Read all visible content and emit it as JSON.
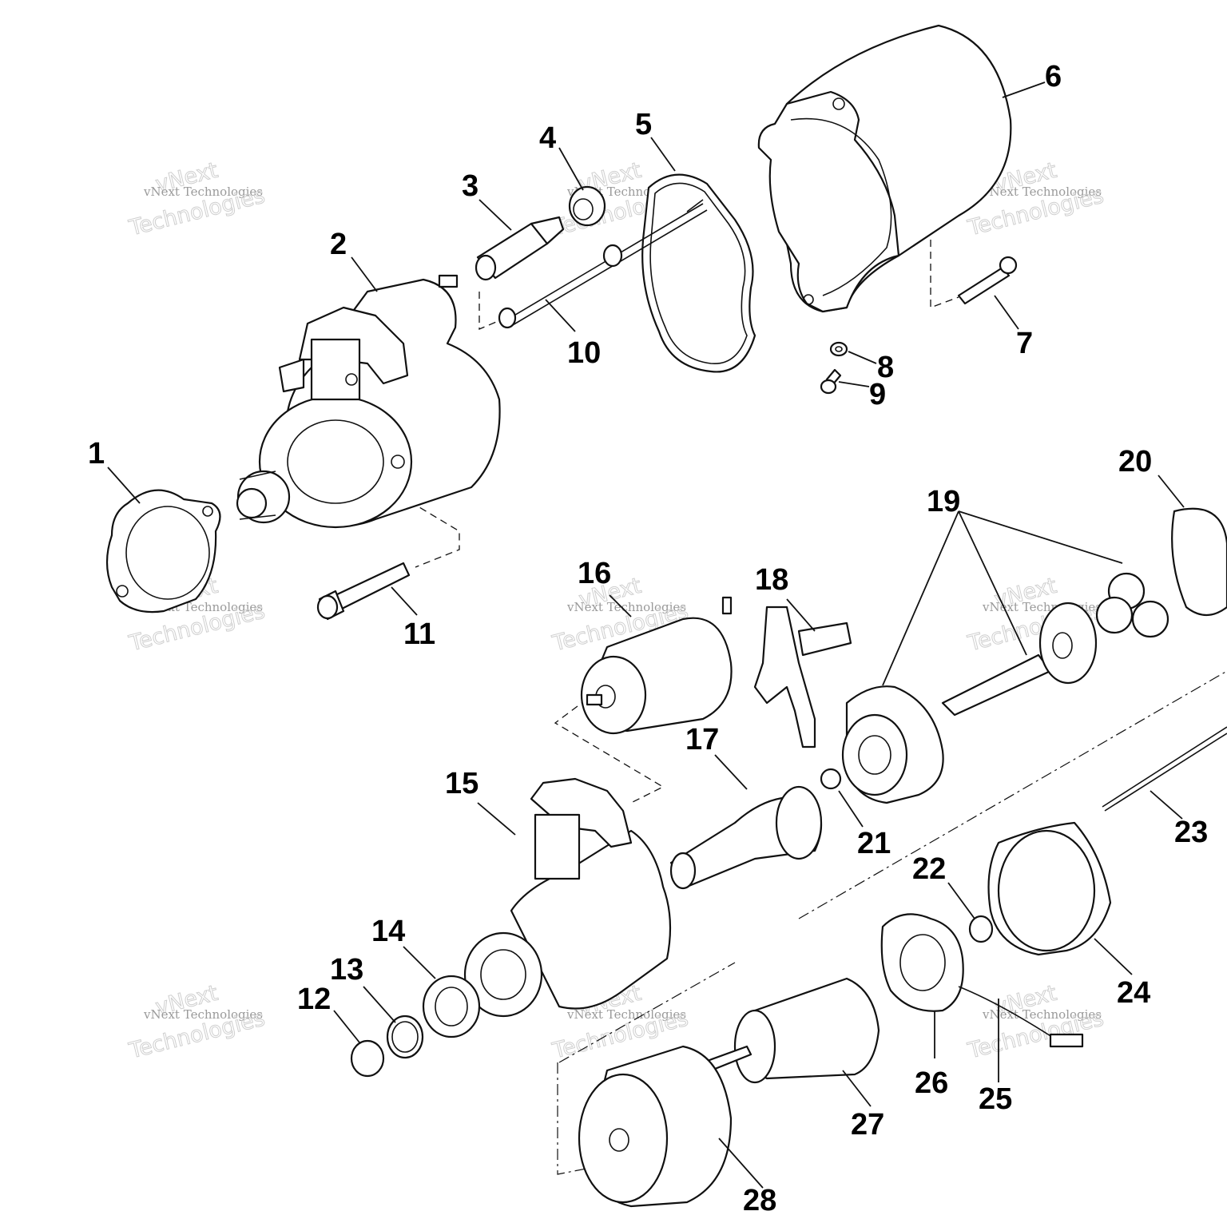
{
  "diagram": {
    "callouts": [
      "1",
      "2",
      "3",
      "4",
      "5",
      "6",
      "7",
      "8",
      "9",
      "10",
      "11",
      "12",
      "13",
      "14",
      "15",
      "16",
      "17",
      "18",
      "19",
      "20",
      "21",
      "22",
      "23",
      "24",
      "25",
      "26",
      "27",
      "28"
    ],
    "watermark": {
      "line1": "vNext",
      "line2": "vNext Technologies",
      "line3": "Technologies"
    },
    "colors": {
      "line": "#111111",
      "background": "#ffffff",
      "watermark": "#cfcfcf"
    }
  }
}
